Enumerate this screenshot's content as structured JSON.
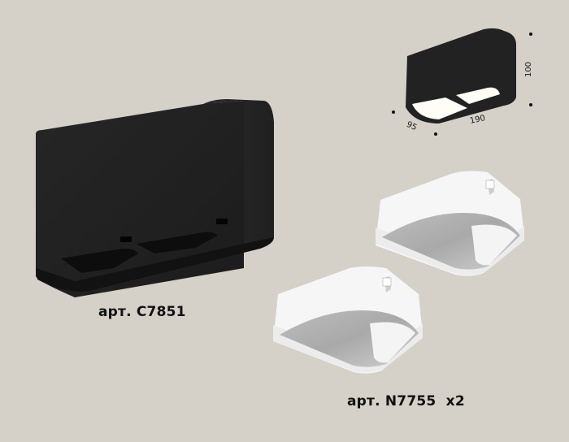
{
  "background_color": "#d5d0c8",
  "products": [
    {
      "id": "housing",
      "label": "арт. C7851",
      "description": "Black rectangular surface-mounted housing for two modules",
      "color": "#1e1e1e"
    },
    {
      "id": "module",
      "label": "арт. N7755  x2",
      "description": "White square recessed module with chrome reflector",
      "color": "#f4f4f4",
      "quantity": "x2"
    }
  ],
  "dimensions_diagram": {
    "depth": "95",
    "width": "190",
    "height": "100"
  }
}
